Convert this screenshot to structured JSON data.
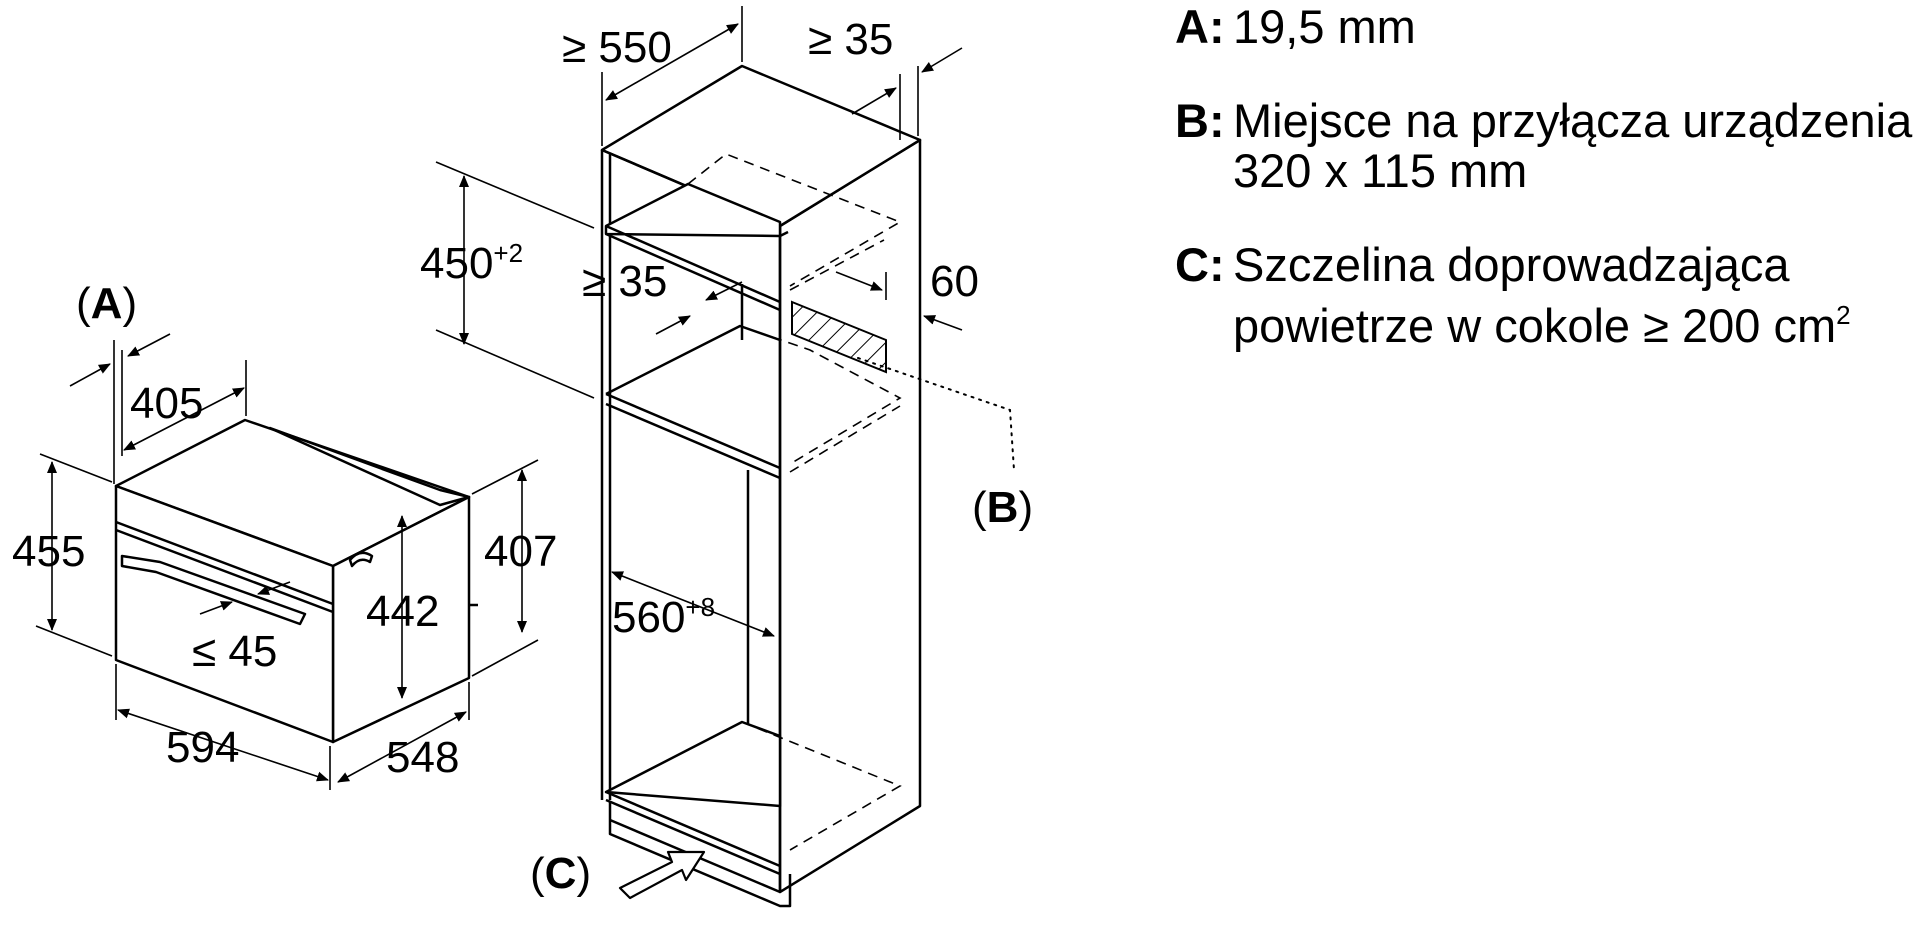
{
  "oven": {
    "width": "594",
    "depth": "548",
    "height": "455",
    "front_depth": "405",
    "inner_height": "442",
    "side_height": "407",
    "handle_gap": "≤ 45",
    "label_a": "A"
  },
  "cabinet": {
    "depth_min": "≥ 550",
    "rear_gap": "≥ 35",
    "niche_height": "450",
    "niche_height_tol": "+2",
    "shelf_gap": "≥ 35",
    "side_dim": "60",
    "niche_width": "560",
    "niche_width_tol": "+8",
    "label_b": "B",
    "label_c": "C"
  },
  "legend": [
    {
      "key": "A:",
      "lines": [
        "19,5 mm"
      ]
    },
    {
      "key": "B:",
      "lines": [
        "Miejsce na przyłącza urządzenia",
        "320 x 115 mm"
      ]
    },
    {
      "key": "C:",
      "lines": [
        "Szczelina doprowadzająca",
        "powietrze w cokole ≥ 200 cm"
      ],
      "suffix_sup": "2"
    }
  ]
}
